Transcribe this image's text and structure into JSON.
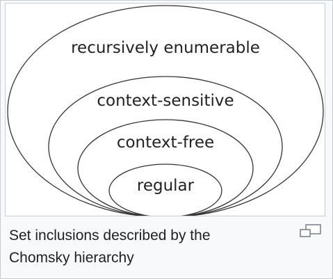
{
  "diagram": {
    "sets": [
      {
        "label": "recursively enumerable"
      },
      {
        "label": "context-sensitive"
      },
      {
        "label": "context-free"
      },
      {
        "label": "regular"
      }
    ]
  },
  "caption": {
    "line1": "Set inclusions described by the",
    "line2": "Chomsky hierarchy"
  },
  "icons": {
    "enlarge": "magnify-clip-icon"
  },
  "colors": {
    "stroke": "#333333",
    "frame_border": "#c8ccd1",
    "frame_background": "#f8f9fa",
    "text": "#202122"
  }
}
